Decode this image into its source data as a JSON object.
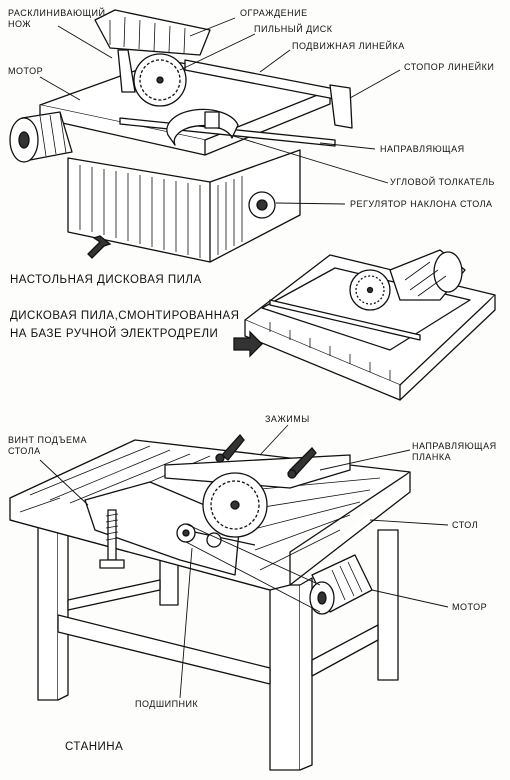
{
  "top_labels": {
    "riving_knife": "РАСКЛИНИВАЮЩИЙ\nНОЖ",
    "motor": "МОТОР",
    "guard": "ОГРАЖДЕНИЕ",
    "saw_blade": "ПИЛЬНЫЙ ДИСК",
    "movable_ruler": "ПОДВИЖНАЯ ЛИНЕЙКА",
    "ruler_stop": "СТОПОР ЛИНЕЙКИ",
    "guide": "НАПРАВЛЯЮЩАЯ",
    "angle_pusher": "УГЛОВОЙ ТОЛКАТЕЛЬ",
    "tilt_regulator": "РЕГУЛЯТОР НАКЛОНА СТОЛА"
  },
  "captions": {
    "table_saw": "НАСТОЛЬНАЯ ДИСКОВАЯ ПИЛА",
    "drill_saw_line1": "ДИСКОВАЯ ПИЛА,СМОНТИРОВАННАЯ",
    "drill_saw_line2": "НА БАЗЕ РУЧНОЙ ЭЛЕКТРОДРЕЛИ",
    "frame": "СТАНИНА"
  },
  "bottom_labels": {
    "lift_screw": "ВИНТ ПОДЪЕМА\nСТОЛА",
    "clamps": "ЗАЖИМЫ",
    "guide_bar": "НАПРАВЛЯЮЩАЯ\nПЛАНКА",
    "table": "СТОЛ",
    "motor": "МОТОР",
    "bearing": "ПОДШИПНИК"
  }
}
